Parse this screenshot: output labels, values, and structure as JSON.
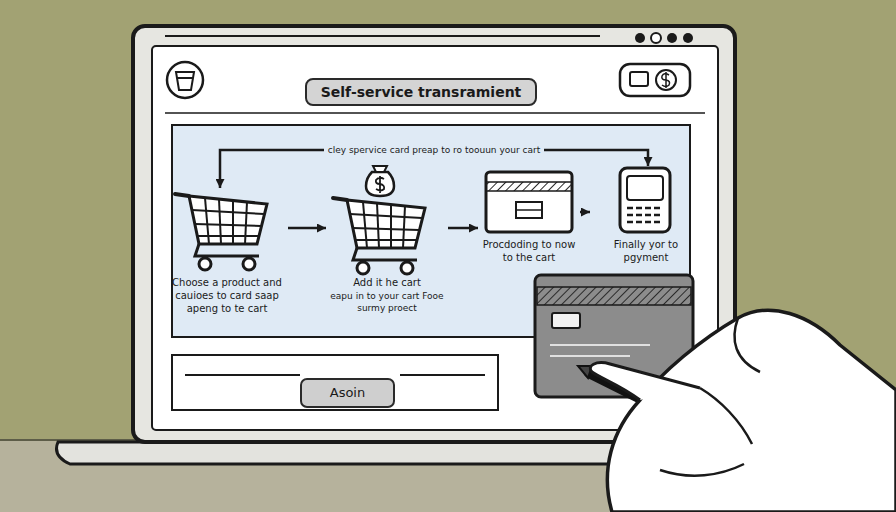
{
  "diagram": {
    "title": "Self-service transramient",
    "nodes": [
      {
        "text": [
          "Choose a product and cauioes to card saap apeng to te cart"
        ]
      },
      {
        "text": [
          "Add it he cart",
          "eapu in to your cart Fooe surmy proect"
        ]
      },
      {
        "text": [
          "Procdoding to now to the cart"
        ]
      },
      {
        "text": [
          "Finally yor to pgyment"
        ]
      },
      {
        "text": [
          "Asoin"
        ]
      }
    ],
    "edges": [
      {
        "from": 0,
        "to": 1,
        "arrow": "to"
      },
      {
        "from": 1,
        "to": 2,
        "arrow": "to"
      },
      {
        "from": 2,
        "to": 3,
        "arrow": "to"
      },
      {
        "from": 0,
        "to": 3,
        "arrow": "both",
        "label": "cley spervice card preap to ro toouun your cart"
      }
    ]
  }
}
